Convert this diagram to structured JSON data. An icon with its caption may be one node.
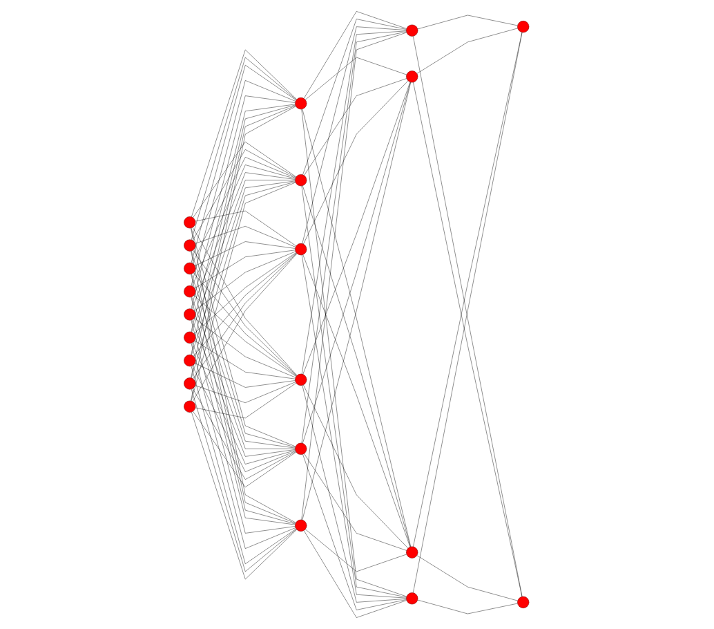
{
  "diagram": {
    "nodes": [
      {
        "text": [],
        "shape": "circle"
      },
      {
        "text": [],
        "shape": "circle"
      },
      {
        "text": [],
        "shape": "circle"
      },
      {
        "text": [],
        "shape": "circle"
      },
      {
        "text": [],
        "shape": "circle"
      },
      {
        "text": [],
        "shape": "circle"
      },
      {
        "text": [],
        "shape": "circle"
      },
      {
        "text": [],
        "shape": "circle"
      },
      {
        "text": [],
        "shape": "circle"
      },
      {
        "text": [],
        "shape": "circle"
      },
      {
        "text": [],
        "shape": "circle"
      },
      {
        "text": [],
        "shape": "circle"
      },
      {
        "text": [],
        "shape": "circle"
      },
      {
        "text": [],
        "shape": "circle"
      },
      {
        "text": [],
        "shape": "circle"
      },
      {
        "text": [],
        "shape": "circle"
      },
      {
        "text": [],
        "shape": "circle"
      },
      {
        "text": [],
        "shape": "circle"
      },
      {
        "text": [],
        "shape": "circle"
      },
      {
        "text": [],
        "shape": "circle"
      },
      {
        "text": [],
        "shape": "circle"
      }
    ],
    "edges": [
      {
        "from": 0,
        "to": 9,
        "arrow": "none"
      },
      {
        "from": 0,
        "to": 10,
        "arrow": "none"
      },
      {
        "from": 0,
        "to": 11,
        "arrow": "none"
      },
      {
        "from": 0,
        "to": 12,
        "arrow": "none"
      },
      {
        "from": 0,
        "to": 13,
        "arrow": "none"
      },
      {
        "from": 0,
        "to": 14,
        "arrow": "none"
      },
      {
        "from": 1,
        "to": 9,
        "arrow": "none"
      },
      {
        "from": 1,
        "to": 10,
        "arrow": "none"
      },
      {
        "from": 1,
        "to": 11,
        "arrow": "none"
      },
      {
        "from": 1,
        "to": 12,
        "arrow": "none"
      },
      {
        "from": 1,
        "to": 13,
        "arrow": "none"
      },
      {
        "from": 1,
        "to": 14,
        "arrow": "none"
      },
      {
        "from": 2,
        "to": 9,
        "arrow": "none"
      },
      {
        "from": 2,
        "to": 10,
        "arrow": "none"
      },
      {
        "from": 2,
        "to": 11,
        "arrow": "none"
      },
      {
        "from": 2,
        "to": 12,
        "arrow": "none"
      },
      {
        "from": 2,
        "to": 13,
        "arrow": "none"
      },
      {
        "from": 2,
        "to": 14,
        "arrow": "none"
      },
      {
        "from": 3,
        "to": 9,
        "arrow": "none"
      },
      {
        "from": 3,
        "to": 10,
        "arrow": "none"
      },
      {
        "from": 3,
        "to": 11,
        "arrow": "none"
      },
      {
        "from": 3,
        "to": 12,
        "arrow": "none"
      },
      {
        "from": 3,
        "to": 13,
        "arrow": "none"
      },
      {
        "from": 3,
        "to": 14,
        "arrow": "none"
      },
      {
        "from": 4,
        "to": 9,
        "arrow": "none"
      },
      {
        "from": 4,
        "to": 10,
        "arrow": "none"
      },
      {
        "from": 4,
        "to": 11,
        "arrow": "none"
      },
      {
        "from": 4,
        "to": 12,
        "arrow": "none"
      },
      {
        "from": 4,
        "to": 13,
        "arrow": "none"
      },
      {
        "from": 4,
        "to": 14,
        "arrow": "none"
      },
      {
        "from": 5,
        "to": 9,
        "arrow": "none"
      },
      {
        "from": 5,
        "to": 10,
        "arrow": "none"
      },
      {
        "from": 5,
        "to": 11,
        "arrow": "none"
      },
      {
        "from": 5,
        "to": 12,
        "arrow": "none"
      },
      {
        "from": 5,
        "to": 13,
        "arrow": "none"
      },
      {
        "from": 5,
        "to": 14,
        "arrow": "none"
      },
      {
        "from": 6,
        "to": 9,
        "arrow": "none"
      },
      {
        "from": 6,
        "to": 10,
        "arrow": "none"
      },
      {
        "from": 6,
        "to": 11,
        "arrow": "none"
      },
      {
        "from": 6,
        "to": 12,
        "arrow": "none"
      },
      {
        "from": 6,
        "to": 13,
        "arrow": "none"
      },
      {
        "from": 6,
        "to": 14,
        "arrow": "none"
      },
      {
        "from": 7,
        "to": 9,
        "arrow": "none"
      },
      {
        "from": 7,
        "to": 10,
        "arrow": "none"
      },
      {
        "from": 7,
        "to": 11,
        "arrow": "none"
      },
      {
        "from": 7,
        "to": 12,
        "arrow": "none"
      },
      {
        "from": 7,
        "to": 13,
        "arrow": "none"
      },
      {
        "from": 7,
        "to": 14,
        "arrow": "none"
      },
      {
        "from": 8,
        "to": 9,
        "arrow": "none"
      },
      {
        "from": 8,
        "to": 10,
        "arrow": "none"
      },
      {
        "from": 8,
        "to": 11,
        "arrow": "none"
      },
      {
        "from": 8,
        "to": 12,
        "arrow": "none"
      },
      {
        "from": 8,
        "to": 13,
        "arrow": "none"
      },
      {
        "from": 8,
        "to": 14,
        "arrow": "none"
      },
      {
        "from": 9,
        "to": 15,
        "arrow": "none"
      },
      {
        "from": 9,
        "to": 16,
        "arrow": "none"
      },
      {
        "from": 9,
        "to": 17,
        "arrow": "none"
      },
      {
        "from": 9,
        "to": 18,
        "arrow": "none"
      },
      {
        "from": 10,
        "to": 15,
        "arrow": "none"
      },
      {
        "from": 10,
        "to": 16,
        "arrow": "none"
      },
      {
        "from": 10,
        "to": 17,
        "arrow": "none"
      },
      {
        "from": 10,
        "to": 18,
        "arrow": "none"
      },
      {
        "from": 11,
        "to": 15,
        "arrow": "none"
      },
      {
        "from": 11,
        "to": 16,
        "arrow": "none"
      },
      {
        "from": 11,
        "to": 17,
        "arrow": "none"
      },
      {
        "from": 11,
        "to": 18,
        "arrow": "none"
      },
      {
        "from": 12,
        "to": 15,
        "arrow": "none"
      },
      {
        "from": 12,
        "to": 16,
        "arrow": "none"
      },
      {
        "from": 12,
        "to": 17,
        "arrow": "none"
      },
      {
        "from": 12,
        "to": 18,
        "arrow": "none"
      },
      {
        "from": 13,
        "to": 15,
        "arrow": "none"
      },
      {
        "from": 13,
        "to": 16,
        "arrow": "none"
      },
      {
        "from": 13,
        "to": 17,
        "arrow": "none"
      },
      {
        "from": 13,
        "to": 18,
        "arrow": "none"
      },
      {
        "from": 14,
        "to": 15,
        "arrow": "none"
      },
      {
        "from": 14,
        "to": 16,
        "arrow": "none"
      },
      {
        "from": 14,
        "to": 17,
        "arrow": "none"
      },
      {
        "from": 14,
        "to": 18,
        "arrow": "none"
      },
      {
        "from": 15,
        "to": 19,
        "arrow": "none"
      },
      {
        "from": 15,
        "to": 20,
        "arrow": "none"
      },
      {
        "from": 16,
        "to": 19,
        "arrow": "none"
      },
      {
        "from": 16,
        "to": 20,
        "arrow": "none"
      },
      {
        "from": 17,
        "to": 19,
        "arrow": "none"
      },
      {
        "from": 17,
        "to": 20,
        "arrow": "none"
      },
      {
        "from": 18,
        "to": 19,
        "arrow": "none"
      },
      {
        "from": 18,
        "to": 20,
        "arrow": "none"
      }
    ]
  }
}
